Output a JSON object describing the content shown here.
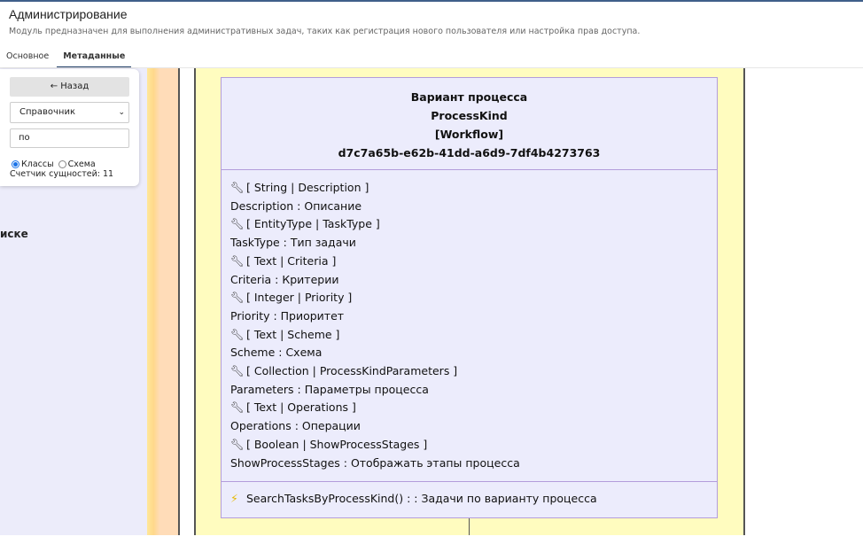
{
  "header": {
    "title": "Администрирование",
    "subtitle": "Модуль предназначен для выполнения административных задач, таких как регистрация нового пользователя или настройка прав доступа."
  },
  "tabs": [
    {
      "label": "Основное",
      "active": false
    },
    {
      "label": "Метаданные",
      "active": true
    }
  ],
  "panel": {
    "back_label": "← Назад",
    "select_value": "Справочник",
    "search_value": "по",
    "radio_classes": "Классы",
    "radio_schema": "Схема",
    "selected_radio": "Классы",
    "counter": "Счетчик сущностей: 11"
  },
  "partial_text": "иске",
  "entity": {
    "title": "Вариант процесса",
    "name": "ProcessKind",
    "module": "[Workflow]",
    "id": "d7c7a65b-e62b-41dd-a6d9-7df4b4273763",
    "attributes": [
      {
        "type": "[ String | Description ]",
        "label": "Description : Описание"
      },
      {
        "type": "[ EntityType | TaskType ]",
        "label": "TaskType : Тип задачи"
      },
      {
        "type": "[ Text | Criteria ]",
        "label": "Criteria : Критерии"
      },
      {
        "type": "[ Integer | Priority ]",
        "label": "Priority : Приоритет"
      },
      {
        "type": "[ Text | Scheme ]",
        "label": "Scheme : Схема"
      },
      {
        "type": "[ Collection | ProcessKindParameters ]",
        "label": "Parameters : Параметры процесса"
      },
      {
        "type": "[ Text | Operations ]",
        "label": "Operations : Операции"
      },
      {
        "type": "[ Boolean | ShowProcessStages ]",
        "label": "ShowProcessStages : Отображать этапы процесса"
      }
    ],
    "operations": [
      {
        "label": "SearchTasksByProcessKind() : : Задачи по варианту процесса"
      }
    ]
  },
  "icons": {
    "attribute": "wrench-icon",
    "operation": "lightning-icon"
  },
  "colors": {
    "box_border": "#b39ddb",
    "box_bg": "#ececfc",
    "canvas_yellow": "#fffcbf",
    "tab_underline": "#1d3c66"
  }
}
